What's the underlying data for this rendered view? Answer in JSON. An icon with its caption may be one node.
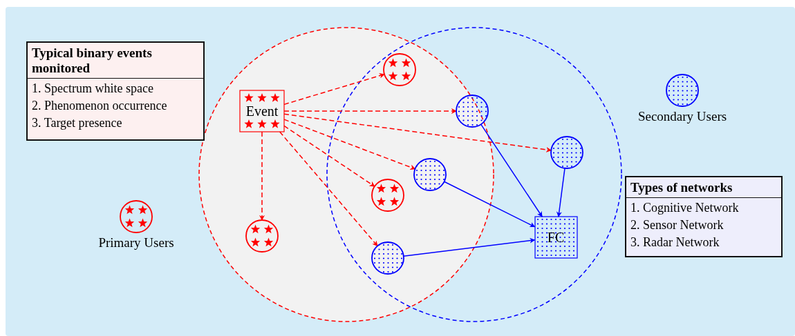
{
  "diagram": {
    "nodes": [
      {
        "text": [
          "Typical binary events monitored",
          "1. Spectrum white space",
          "2. Phenomenon occurrence",
          "3. Target presence"
        ]
      },
      {
        "text": [
          "Types of networks",
          "1. Cognitive Network",
          "2. Sensor Network",
          "3. Radar Network"
        ]
      },
      {
        "text": [
          "Event"
        ]
      },
      {
        "text": [],
        "shape": "circle"
      },
      {
        "text": [],
        "shape": "circle"
      },
      {
        "text": [],
        "shape": "circle"
      },
      {
        "text": [],
        "shape": "circle"
      },
      {
        "text": [],
        "shape": "circle"
      },
      {
        "text": [],
        "shape": "circle"
      },
      {
        "text": [],
        "shape": "circle"
      },
      {
        "text": [
          "FC"
        ]
      }
    ],
    "edges": [
      {
        "from": 2,
        "to": 3,
        "arrow": "to",
        "style": "dashed",
        "color": "#ff0000"
      },
      {
        "from": 2,
        "to": 6,
        "arrow": "to",
        "style": "dashed",
        "color": "#ff0000"
      },
      {
        "from": 2,
        "to": 7,
        "arrow": "to",
        "style": "dashed",
        "color": "#ff0000"
      },
      {
        "from": 2,
        "to": 8,
        "arrow": "to",
        "style": "dashed",
        "color": "#ff0000"
      },
      {
        "from": 2,
        "to": 4,
        "arrow": "to",
        "style": "dashed",
        "color": "#ff0000"
      },
      {
        "from": 2,
        "to": 9,
        "arrow": "to",
        "style": "dashed",
        "color": "#ff0000"
      },
      {
        "from": 2,
        "to": 5,
        "arrow": "to",
        "style": "dashed",
        "color": "#ff0000"
      },
      {
        "from": 6,
        "to": 10,
        "arrow": "to",
        "color": "#0000ff"
      },
      {
        "from": 7,
        "to": 10,
        "arrow": "to",
        "color": "#0000ff"
      },
      {
        "from": 8,
        "to": 10,
        "arrow": "to",
        "color": "#0000ff"
      },
      {
        "from": 9,
        "to": 10,
        "arrow": "to",
        "color": "#0000ff"
      }
    ],
    "legend": [
      {
        "text": "Primary Users"
      },
      {
        "text": "Secondary Users"
      }
    ]
  }
}
